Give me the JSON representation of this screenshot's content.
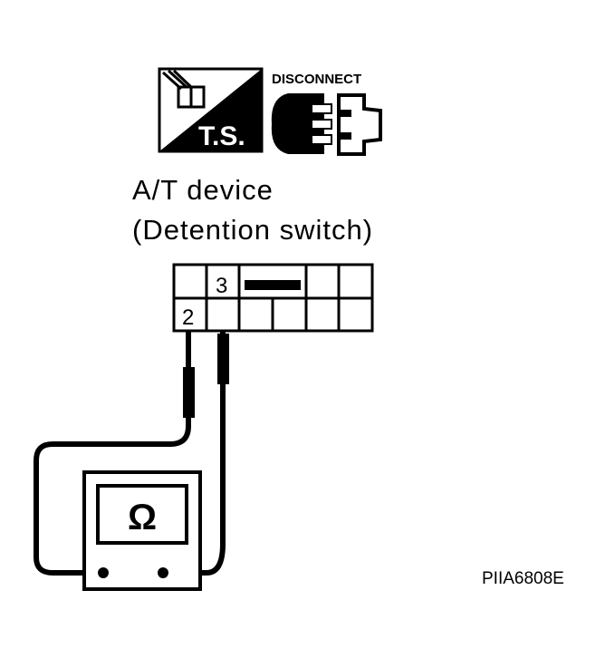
{
  "diagram": {
    "icons": {
      "ts_label": "T.S.",
      "disconnect_label": "DISCONNECT"
    },
    "device": {
      "line1": "A/T device",
      "line2": "(Detention switch)"
    },
    "connector": {
      "terminal_upper": "3",
      "terminal_lower": "2"
    },
    "meter": {
      "unit_symbol": "Ω"
    },
    "reference_code": "PIIA6808E"
  },
  "colors": {
    "ink": "#000000",
    "paper": "#ffffff"
  }
}
